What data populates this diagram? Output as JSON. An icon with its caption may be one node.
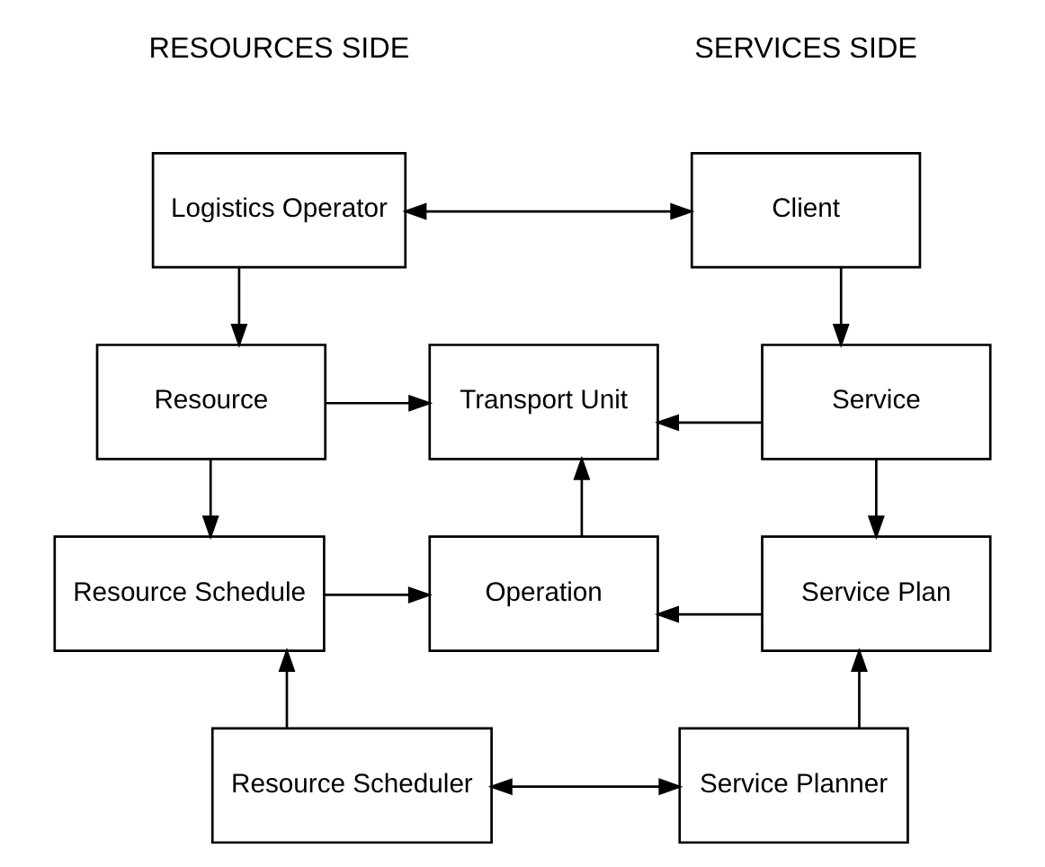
{
  "diagram": {
    "nodes": [
      {
        "text": [
          "Logistics Operator"
        ]
      },
      {
        "text": [
          "Client"
        ]
      },
      {
        "text": [
          "Resource"
        ]
      },
      {
        "text": [
          "Transport Unit"
        ]
      },
      {
        "text": [
          "Service"
        ]
      },
      {
        "text": [
          "Resource Schedule"
        ]
      },
      {
        "text": [
          "Operation"
        ]
      },
      {
        "text": [
          "Service Plan"
        ]
      },
      {
        "text": [
          "Resource Scheduler"
        ]
      },
      {
        "text": [
          "Service Planner"
        ]
      }
    ],
    "edges": [
      {
        "from": 0,
        "to": 1,
        "arrow": "both"
      },
      {
        "from": 0,
        "to": 2,
        "arrow": "to"
      },
      {
        "from": 1,
        "to": 4,
        "arrow": "to"
      },
      {
        "from": 2,
        "to": 3,
        "arrow": "to"
      },
      {
        "from": 4,
        "to": 3,
        "arrow": "to"
      },
      {
        "from": 2,
        "to": 5,
        "arrow": "to"
      },
      {
        "from": 4,
        "to": 7,
        "arrow": "to"
      },
      {
        "from": 5,
        "to": 6,
        "arrow": "to"
      },
      {
        "from": 7,
        "to": 6,
        "arrow": "to"
      },
      {
        "from": 6,
        "to": 3,
        "arrow": "to"
      },
      {
        "from": 8,
        "to": 5,
        "arrow": "to"
      },
      {
        "from": 9,
        "to": 7,
        "arrow": "to"
      },
      {
        "from": 8,
        "to": 9,
        "arrow": "both"
      }
    ],
    "labels": [
      "RESOURCES SIDE",
      "SERVICES SIDE"
    ]
  }
}
